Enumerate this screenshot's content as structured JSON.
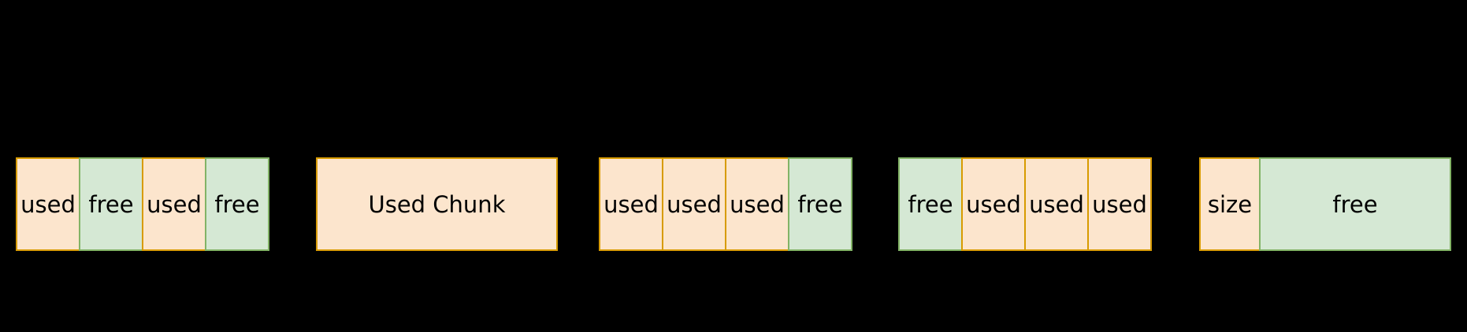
{
  "diagram": {
    "background": "#000000",
    "text_color": "#000000",
    "colors": {
      "used_fill": "#FCE5CD",
      "used_border": "#D79B00",
      "free_fill": "#D5E8D4",
      "free_border": "#82B366"
    },
    "boxes": [
      {
        "name": "fragmented-heap-alternating",
        "cells": [
          {
            "label": "used",
            "type": "used"
          },
          {
            "label": "free",
            "type": "free"
          },
          {
            "label": "used",
            "type": "used"
          },
          {
            "label": "free",
            "type": "free"
          }
        ]
      },
      {
        "name": "single-used-chunk",
        "cells": [
          {
            "label": "Used Chunk",
            "type": "used"
          }
        ]
      },
      {
        "name": "heap-three-used-one-free",
        "cells": [
          {
            "label": "used",
            "type": "used"
          },
          {
            "label": "used",
            "type": "used"
          },
          {
            "label": "used",
            "type": "used"
          },
          {
            "label": "free",
            "type": "free"
          }
        ]
      },
      {
        "name": "heap-free-then-used",
        "cells": [
          {
            "label": "free",
            "type": "free"
          },
          {
            "label": "used",
            "type": "used"
          },
          {
            "label": "used",
            "type": "used"
          },
          {
            "label": "used",
            "type": "used"
          }
        ]
      },
      {
        "name": "free-chunk-with-size-header",
        "cells": [
          {
            "label": "size",
            "type": "used"
          },
          {
            "label": "free",
            "type": "free"
          }
        ]
      }
    ]
  }
}
